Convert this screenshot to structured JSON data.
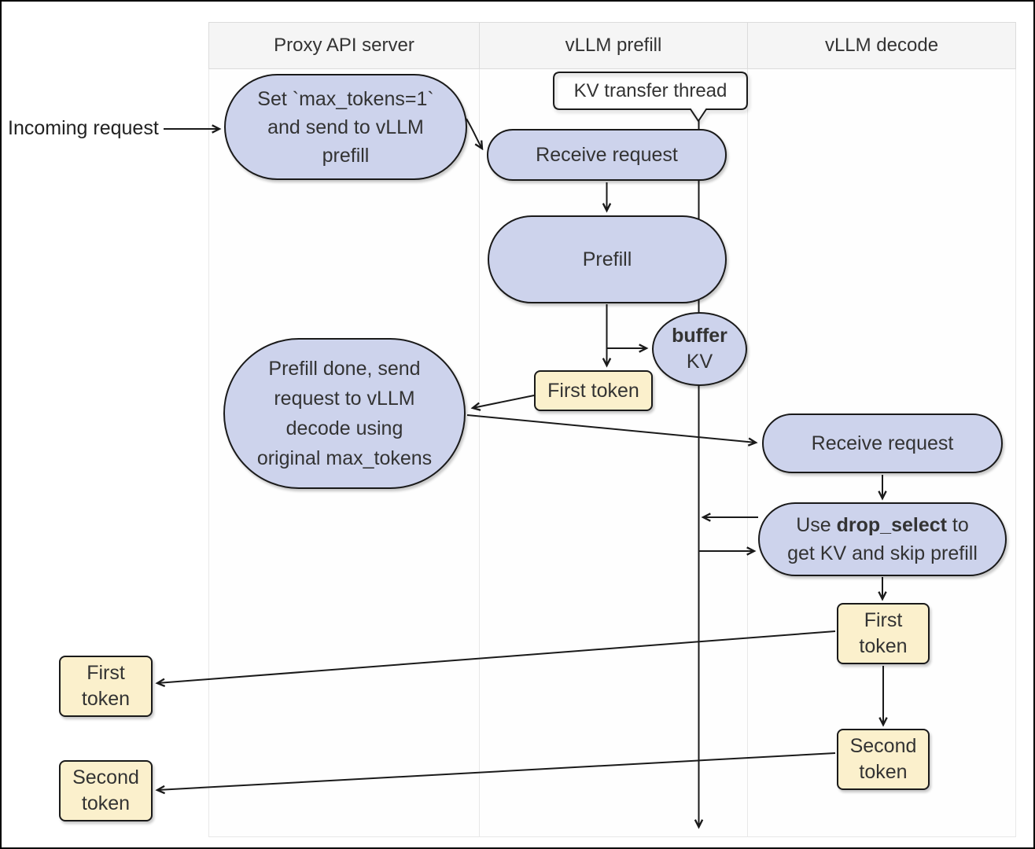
{
  "lanes": [
    {
      "label": "Proxy API server"
    },
    {
      "label": "vLLM prefill"
    },
    {
      "label": "vLLM decode"
    }
  ],
  "annotations": {
    "incoming_request": "Incoming request"
  },
  "nodes": {
    "set_max_tokens": "Set `max_tokens=1`\nand send to vLLM\nprefill",
    "kv_transfer_thread": "KV transfer thread",
    "receive_request_prefill": "Receive request",
    "prefill": "Prefill",
    "buffer_kv": {
      "bold": "buffer",
      "rest": "KV"
    },
    "first_token_prefill": "First token",
    "prefill_done": "Prefill done, send\nrequest to vLLM\ndecode using\noriginal max_tokens",
    "receive_request_decode": "Receive request",
    "drop_select": {
      "pre": "Use ",
      "bold": "drop_select",
      "post": " to",
      "line2": "get KV and skip prefill"
    },
    "first_token_decode": "First\ntoken",
    "second_token_decode": "Second\ntoken",
    "first_token_out": "First\ntoken",
    "second_token_out": "Second\ntoken"
  },
  "colors": {
    "process_fill": "#cdd3ec",
    "token_fill": "#fbf0cc",
    "thread_fill": "#d9f2d9",
    "node_border": "#1a1a1a",
    "lane_header_fill": "#f5f5f5",
    "lane_border": "#e8e8e8",
    "text": "#333333"
  }
}
